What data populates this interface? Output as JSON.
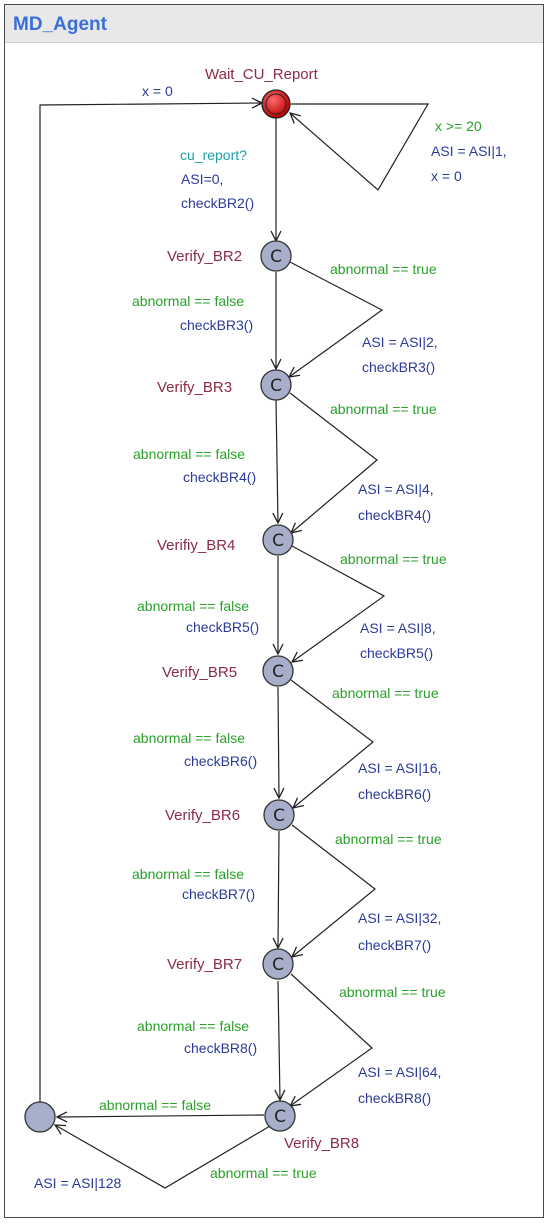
{
  "template": {
    "name": "MD_Agent"
  },
  "locations": {
    "init": "Wait_CU_Report",
    "br2": "Verify_BR2",
    "br3": "Verify_BR3",
    "br4": "Verifiy_BR4",
    "br5": "Verify_BR5",
    "br6": "Verify_BR6",
    "br7": "Verify_BR7",
    "br8": "Verify_BR8",
    "committed_mark": "C"
  },
  "edges": {
    "loop_guard": "x >= 20",
    "loop_assign_1": "ASI = ASI|1,",
    "loop_assign_2": "x = 0",
    "return_assign": "x = 0",
    "init_sync": "cu_report?",
    "init_assign_1": "ASI=0,",
    "init_assign_2": "checkBR2()",
    "br2_false": "abnormal == false",
    "br2_false_call": "checkBR3()",
    "br2_true": "abnormal == true",
    "br2_true_assign": "ASI = ASI|2,",
    "br2_true_call": "checkBR3()",
    "br3_false": "abnormal == false",
    "br3_false_call": "checkBR4()",
    "br3_true": "abnormal == true",
    "br3_true_assign": "ASI = ASI|4,",
    "br3_true_call": "checkBR4()",
    "br4_false": "abnormal == false",
    "br4_false_call": "checkBR5()",
    "br4_true": "abnormal == true",
    "br4_true_assign": "ASI = ASI|8,",
    "br4_true_call": "checkBR5()",
    "br5_false": "abnormal == false",
    "br5_false_call": "checkBR6()",
    "br5_true": "abnormal == true",
    "br5_true_assign": "ASI = ASI|16,",
    "br5_true_call": "checkBR6()",
    "br6_false": "abnormal == false",
    "br6_false_call": "checkBR7()",
    "br6_true": "abnormal == true",
    "br6_true_assign": "ASI = ASI|32,",
    "br6_true_call": "checkBR7()",
    "br7_false": "abnormal == false",
    "br7_false_call": "checkBR8()",
    "br7_true": "abnormal == true",
    "br7_true_assign": "ASI = ASI|64,",
    "br7_true_call": "checkBR8()",
    "br8_false": "abnormal == false",
    "br8_true": "abnormal == true",
    "br8_true_assign": "ASI = ASI|128"
  },
  "colors": {
    "title": "#3a6fd8",
    "location_name": "#8b2b45",
    "guard": "#2aa02a",
    "assignment": "#2b3a9a",
    "sync": "#1aa0a8",
    "initial_node": "#cc1111",
    "node": "#a7aec9"
  }
}
